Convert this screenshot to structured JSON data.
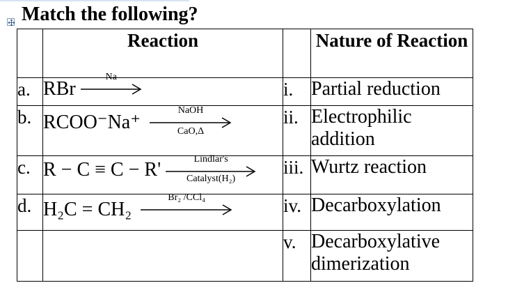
{
  "heading": "Match the following?",
  "columns": {
    "reaction": "Reaction",
    "nature": "Nature of Reaction"
  },
  "rows": [
    {
      "label": "a.",
      "reactant": "RBr",
      "over": "Na",
      "under": "",
      "num": "i.",
      "nature": "Partial reduction"
    },
    {
      "label": "b.",
      "reactant": "RCOO⁻Na⁺",
      "over": "NaOH",
      "under": "CaO,Δ",
      "num": "ii.",
      "nature": "Electrophilic addition"
    },
    {
      "label": "c.",
      "reactant": "R − C ≡ C − R'",
      "over": "Lindlar's",
      "under": "Catalyst(H₂)",
      "num": "iii.",
      "nature": "Wurtz reaction"
    },
    {
      "label": "d.",
      "reactant": "H₂C = CH₂",
      "over": "Br₂ /CCl₄",
      "under": "",
      "num": "iv.",
      "nature": "Decarboxylation"
    },
    {
      "label": "",
      "reactant": "",
      "over": "",
      "under": "",
      "num": "v.",
      "nature": "Decarboxylative dimerization"
    }
  ]
}
